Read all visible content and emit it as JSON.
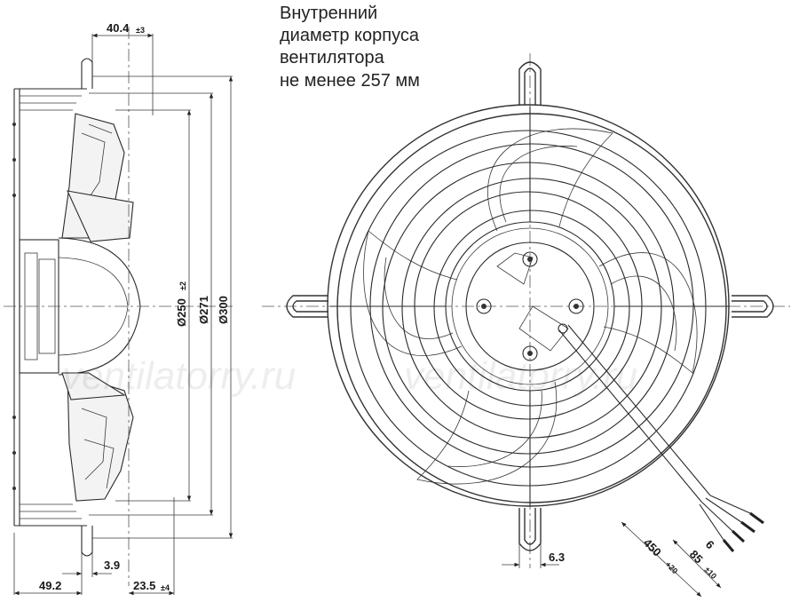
{
  "note": {
    "lines": [
      "Внутренний",
      "диаметр корпуса",
      "вентилятора",
      "не менее 257 мм"
    ]
  },
  "dimensions": {
    "top_depth": {
      "value": "40.4",
      "tolerance": "±3"
    },
    "d250": {
      "value": "Ø250",
      "tolerance": "±2"
    },
    "d271": {
      "value": "Ø271"
    },
    "d300": {
      "value": "Ø300"
    },
    "flange": {
      "value": "3.9"
    },
    "left_depth": {
      "value": "49.2"
    },
    "hub_depth": {
      "value": "23.5",
      "tolerance": "±4"
    },
    "stand_width": {
      "value": "6.3"
    },
    "cable_length": {
      "value": "450",
      "tolerance": "+20"
    },
    "wire_strip": {
      "value": "85",
      "tolerance": "±10"
    },
    "wire_end": {
      "value": "6"
    }
  },
  "watermark": {
    "text": "ventilatorry.ru"
  },
  "colors": {
    "line": "#2a2a2a",
    "text": "#1a1a1a"
  }
}
